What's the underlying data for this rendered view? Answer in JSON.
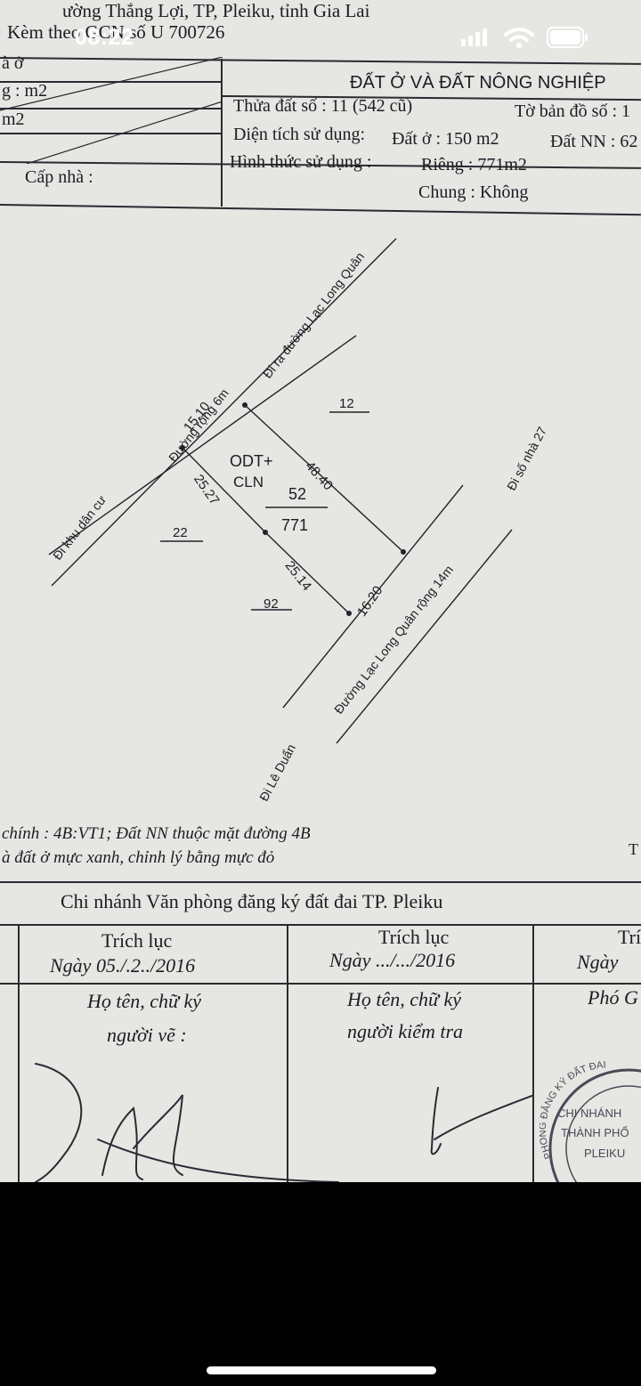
{
  "status_bar": {
    "time": "08:22",
    "signal_icon": "signal-bars-icon",
    "wifi_icon": "wifi-icon",
    "battery_icon": "battery-icon"
  },
  "header": {
    "address_line": "ường Thắng Lợi, TP, Pleiku, tỉnh Gia Lai",
    "attachment_line": "Kèm theo GCN số U 700726"
  },
  "info_table": {
    "left_row1": "à ở",
    "left_row2": "g : m2",
    "left_row3": "m2",
    "left_row5": "Cấp nhà :",
    "land_type": "ĐẤT Ở VÀ ĐẤT NÔNG NGHIỆP",
    "parcel_no": "Thửa đất số : 11 (542 cũ)",
    "map_sheet": "Tờ bản đồ số : 1",
    "area_used_label": "Diện tích sử dụng:",
    "residential_area": "Đất ở : 150 m2",
    "agri_area": "Đất NN : 62",
    "usage_form_label": "Hình thức sử dụng :",
    "private_area": "Riêng : 771m2",
    "shared": "Chung : Không"
  },
  "map": {
    "road_top_to": "Đi ra đường Lạc Long Quân",
    "road_top_width": "Đường rộng 6m",
    "road_left_to": "Đi khu dân cư",
    "main_road": "Đường Lạc Long Quân rộng 14m",
    "to_house": "Đi số nhà 27",
    "to_le_duan": "Đi Lê Duẩn",
    "parcel_code_1": "ODT+",
    "parcel_code_2": "CLN",
    "parcel_no": "52",
    "parcel_area": "771",
    "edge_top": "15.10",
    "edge_right": "48.40",
    "edge_left_upper": "25.27",
    "edge_left_lower": "25.14",
    "edge_bottom": "16.20",
    "neighbor_12": "12",
    "neighbor_22": "22",
    "neighbor_92": "92"
  },
  "notes": {
    "line1": "chính : 4B:VT1; Đất NN thuộc mặt đường 4B",
    "line2": "à đất ở mực xanh, chỉnh lý bằng mực đỏ",
    "right_cut": "T"
  },
  "signature_block": {
    "office": "Chi nhánh Văn phòng đăng ký đất đai TP. Pleiku",
    "col1_title": "Trích lục",
    "col1_date": "Ngày 05./.2../2016",
    "col1_role_1": "Họ tên, chữ ký",
    "col1_role_2": "người vẽ :",
    "col2_title": "Trích lục",
    "col2_date": "Ngày .../.../2016",
    "col2_role_1": "Họ tên, chữ ký",
    "col2_role_2": "người kiểm tra",
    "col3_title": "Trí",
    "col3_date": "Ngày",
    "col3_role": "Phó G"
  },
  "stamp": {
    "ring_text": "PHÒNG ĐĂNG KÝ ĐẤT ĐAI",
    "line1": "CHI NHÁNH",
    "line2": "THÀNH PHỐ",
    "line3": "PLEIKU"
  }
}
